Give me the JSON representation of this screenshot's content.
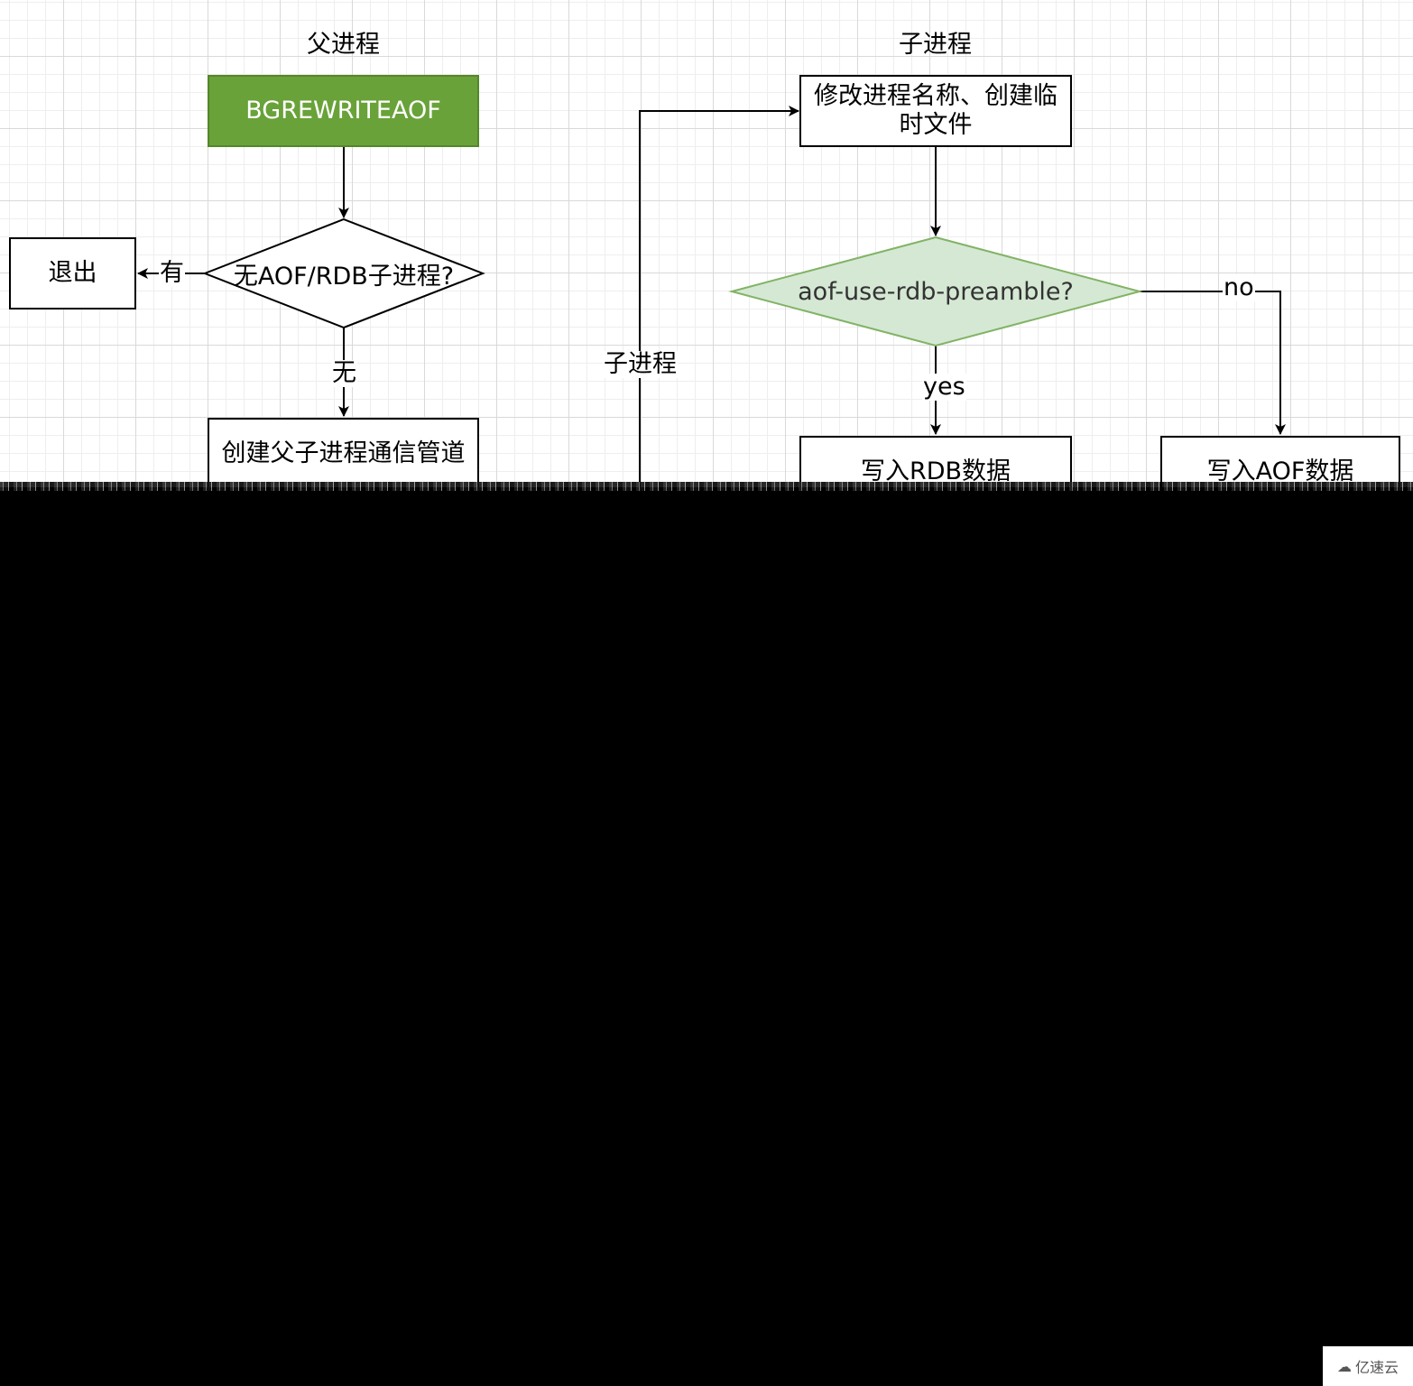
{
  "headers": {
    "parent": "父进程",
    "child": "子进程"
  },
  "nodes": {
    "bgrewriteaof": "BGREWRITEAOF",
    "exit": "退出",
    "check_child": "无AOF/RDB子进程?",
    "create_pipe": "创建父子进程通信管道",
    "rename_process": "修改进程名称、创建临时文件",
    "preamble_check": "aof-use-rdb-preamble?",
    "write_rdb": "写入RDB数据",
    "write_aof": "写入AOF数据"
  },
  "edges": {
    "has": "有",
    "none": "无",
    "child_process": "子进程",
    "yes": "yes",
    "no": "no"
  },
  "colors": {
    "start_fill": "#69a239",
    "diamond_fill": "#d5e8d4",
    "diamond_stroke": "#82b366"
  },
  "watermark": "亿速云"
}
